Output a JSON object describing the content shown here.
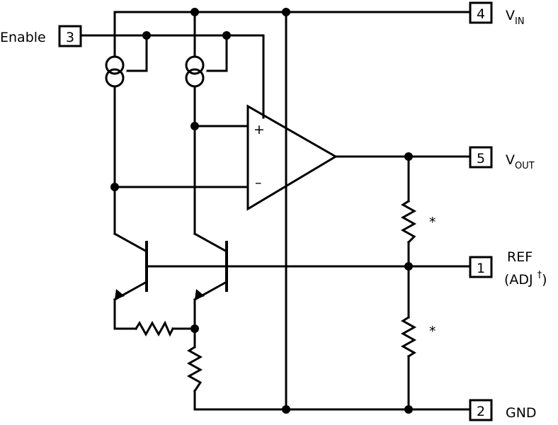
{
  "pins": {
    "vin": {
      "number": "4",
      "name": "V",
      "sub": "IN"
    },
    "enable": {
      "number": "3",
      "name": "Enable"
    },
    "vout": {
      "number": "5",
      "name": "V",
      "sub": "OUT"
    },
    "ref": {
      "number": "1",
      "name": "REF",
      "name2": "(ADJ",
      "sup": "†",
      "close": ")"
    },
    "gnd": {
      "number": "2",
      "name": "GND"
    }
  },
  "opamp": {
    "plus": "+",
    "minus": "–"
  },
  "divider_marks": {
    "upper": "*",
    "lower": "*"
  }
}
